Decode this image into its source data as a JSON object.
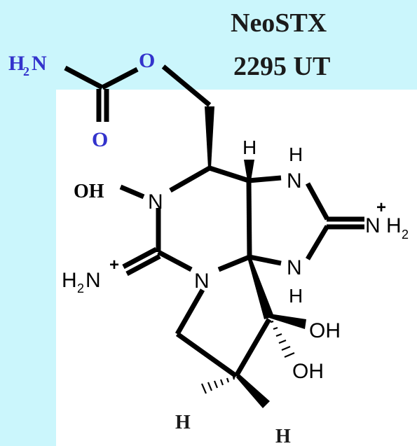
{
  "title": {
    "line1": "NeoSTX",
    "line2": "2295 UT"
  },
  "colors": {
    "background": "#cbf6fc",
    "panel": "#ffffff",
    "carbamate_atoms": "#3333cc",
    "text": "#1b1b1b"
  },
  "atoms": {
    "carbamate_n": "H",
    "carbamate_n_sub": "2",
    "carbamate_n_after": "N",
    "carbamate_o_ester": "O",
    "carbamate_o_carbonyl": "O",
    "hydroxyl_on_n": "OH",
    "ring_n1": "N",
    "ring_n3": "N",
    "ring_n7": "N",
    "ring_n9": "N",
    "h_on_c4": "H",
    "h_on_n7": "H",
    "h_on_n9": "H",
    "iminium_left": "H",
    "iminium_left_sub": "2",
    "iminium_left_after": "N",
    "iminium_left_charge": "+",
    "iminium_right": "N",
    "iminium_right_h": "H",
    "iminium_right_sub": "2",
    "iminium_right_charge": "+",
    "hydroxyl_1": "OH",
    "hydroxyl_2": "OH",
    "h_bottom_left": "H",
    "h_bottom_right": "H"
  }
}
